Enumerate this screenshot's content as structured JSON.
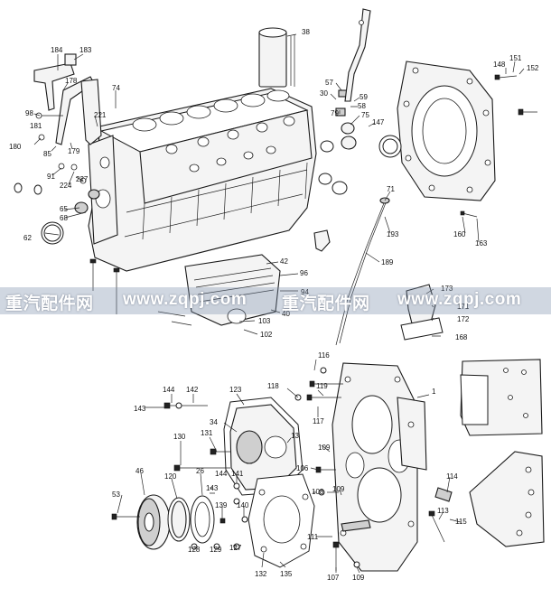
{
  "watermark": {
    "segments": [
      "重汽配件网",
      "www.zqpj.com",
      "重汽配件网",
      "www.zqpj.com"
    ]
  },
  "labels": [
    {
      "id": "L184",
      "text": "184"
    },
    {
      "id": "L183",
      "text": "183"
    },
    {
      "id": "L178",
      "text": "178"
    },
    {
      "id": "L98",
      "text": "98"
    },
    {
      "id": "L181",
      "text": "181"
    },
    {
      "id": "L180",
      "text": "180"
    },
    {
      "id": "L85",
      "text": "85"
    },
    {
      "id": "L179",
      "text": "179"
    },
    {
      "id": "L91",
      "text": "91"
    },
    {
      "id": "L224",
      "text": "224"
    },
    {
      "id": "L227",
      "text": "227"
    },
    {
      "id": "L221",
      "text": "221"
    },
    {
      "id": "L74",
      "text": "74"
    },
    {
      "id": "L65",
      "text": "65"
    },
    {
      "id": "L68",
      "text": "68"
    },
    {
      "id": "L62",
      "text": "62"
    },
    {
      "id": "L38",
      "text": "38"
    },
    {
      "id": "L57",
      "text": "57"
    },
    {
      "id": "L30",
      "text": "30"
    },
    {
      "id": "L79",
      "text": "79"
    },
    {
      "id": "L59",
      "text": "59"
    },
    {
      "id": "L58",
      "text": "58"
    },
    {
      "id": "L75",
      "text": "75"
    },
    {
      "id": "L147",
      "text": "147"
    },
    {
      "id": "L148",
      "text": "148"
    },
    {
      "id": "L151",
      "text": "151"
    },
    {
      "id": "L152",
      "text": "152"
    },
    {
      "id": "L71",
      "text": "71"
    },
    {
      "id": "L193",
      "text": "193"
    },
    {
      "id": "L160",
      "text": "160"
    },
    {
      "id": "L163",
      "text": "163"
    },
    {
      "id": "L189",
      "text": "189"
    },
    {
      "id": "L42",
      "text": "42"
    },
    {
      "id": "L96",
      "text": "96"
    },
    {
      "id": "L94",
      "text": "94"
    },
    {
      "id": "L40",
      "text": "40"
    },
    {
      "id": "L103",
      "text": "103"
    },
    {
      "id": "L102",
      "text": "102"
    },
    {
      "id": "L173",
      "text": "173"
    },
    {
      "id": "L171",
      "text": "171"
    },
    {
      "id": "L172",
      "text": "172"
    },
    {
      "id": "L168",
      "text": "168"
    },
    {
      "id": "L116",
      "text": "116"
    },
    {
      "id": "L118",
      "text": "118"
    },
    {
      "id": "L119",
      "text": "119"
    },
    {
      "id": "L117",
      "text": "117"
    },
    {
      "id": "L1",
      "text": "1"
    },
    {
      "id": "L144",
      "text": "144"
    },
    {
      "id": "L142",
      "text": "142"
    },
    {
      "id": "L143a",
      "text": "143"
    },
    {
      "id": "L123",
      "text": "123"
    },
    {
      "id": "L34",
      "text": "34"
    },
    {
      "id": "L13",
      "text": "13"
    },
    {
      "id": "L130",
      "text": "130"
    },
    {
      "id": "L131",
      "text": "131"
    },
    {
      "id": "L109a",
      "text": "109"
    },
    {
      "id": "L106",
      "text": "106"
    },
    {
      "id": "L114",
      "text": "114"
    },
    {
      "id": "L46",
      "text": "46"
    },
    {
      "id": "L120",
      "text": "120"
    },
    {
      "id": "L26",
      "text": "26"
    },
    {
      "id": "L143b",
      "text": "143"
    },
    {
      "id": "L144b",
      "text": "144"
    },
    {
      "id": "L141",
      "text": "141"
    },
    {
      "id": "L53",
      "text": "53"
    },
    {
      "id": "L139",
      "text": "139"
    },
    {
      "id": "L140",
      "text": "140"
    },
    {
      "id": "L108",
      "text": "108"
    },
    {
      "id": "L109b",
      "text": "109"
    },
    {
      "id": "L113",
      "text": "113"
    },
    {
      "id": "L115",
      "text": "115"
    },
    {
      "id": "L111",
      "text": "111"
    },
    {
      "id": "L128",
      "text": "128"
    },
    {
      "id": "L129",
      "text": "129"
    },
    {
      "id": "L127",
      "text": "127"
    },
    {
      "id": "L132",
      "text": "132"
    },
    {
      "id": "L135",
      "text": "135"
    },
    {
      "id": "L107",
      "text": "107"
    },
    {
      "id": "L109c",
      "text": "109"
    }
  ]
}
